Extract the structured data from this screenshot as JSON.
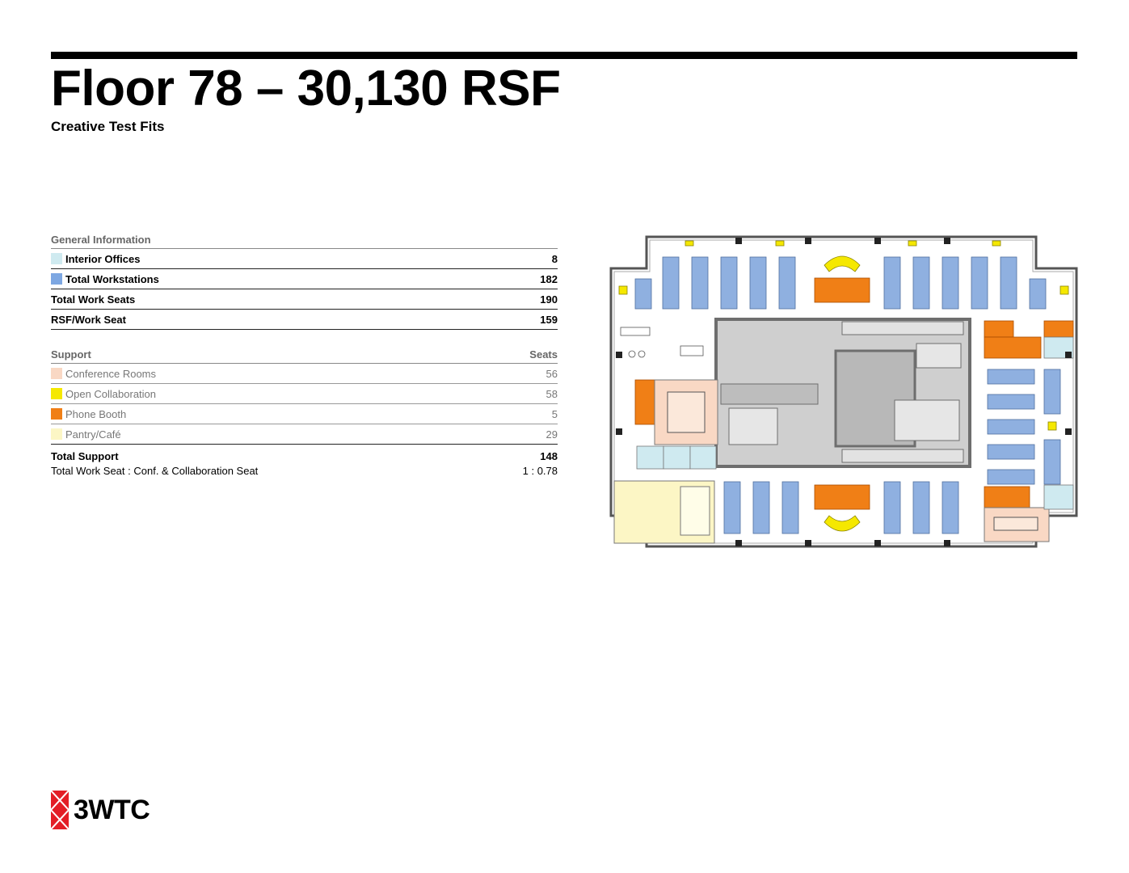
{
  "header": {
    "title": "Floor 78 – 30,130 RSF",
    "subtitle": "Creative Test Fits"
  },
  "general": {
    "heading": "General Information",
    "rows": [
      {
        "label": "Interior Offices",
        "value": "8",
        "swatch": "#cfeaf0"
      },
      {
        "label": "Total Workstations",
        "value": "182",
        "swatch": "#7da7e2"
      },
      {
        "label": "Total Work Seats",
        "value": "190"
      },
      {
        "label": "RSF/Work Seat",
        "value": "159"
      }
    ]
  },
  "support": {
    "heading": "Support",
    "seats_label": "Seats",
    "rows": [
      {
        "label": "Conference Rooms",
        "value": "56",
        "swatch": "#f9d8c4"
      },
      {
        "label": "Open Collaboration",
        "value": "58",
        "swatch": "#f5e800"
      },
      {
        "label": "Phone Booth",
        "value": "5",
        "swatch": "#f07f16"
      },
      {
        "label": "Pantry/Café",
        "value": "29",
        "swatch": "#fcf6c5"
      }
    ],
    "total_label": "Total Support",
    "total_value": "148",
    "ratio_label": "Total Work Seat : Conf. & Collaboration Seat",
    "ratio_value": "1 : 0.78"
  },
  "logo": {
    "text": "3WTC",
    "mark_color": "#e31e26"
  },
  "colors": {
    "workstation": "#8fb0e0",
    "office": "#cfeaf0",
    "conference": "#f9d8c4",
    "collaboration": "#f5e800",
    "phone_booth": "#f07f16",
    "pantry": "#fcf6c5",
    "core": "#cfcfcf",
    "core_dark": "#6e6e6e"
  }
}
